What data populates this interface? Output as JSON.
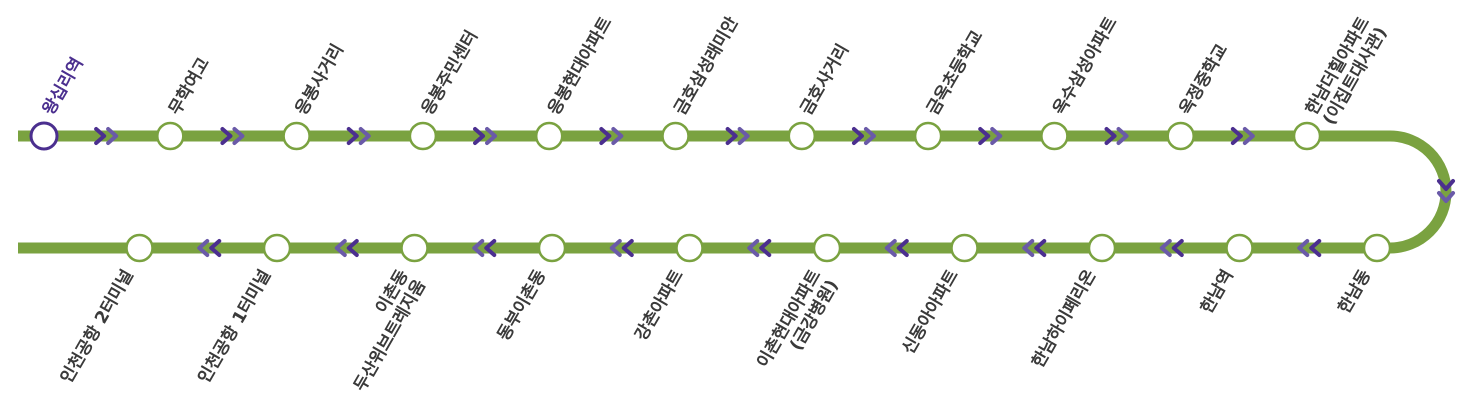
{
  "route": {
    "line_color": "#7aa240",
    "station_fill": "#ffffff",
    "current_color": "#4b2f8f",
    "arrow_color": "#4b2f8f",
    "arrow_light": "#6a5aa8"
  },
  "top_stations": [
    {
      "name": "왕십리역",
      "current": true
    },
    {
      "name": "무학여고"
    },
    {
      "name": "응봉사거리"
    },
    {
      "name": "응봉주민센터"
    },
    {
      "name": "응봉현대아파트"
    },
    {
      "name": "금호삼성래미안"
    },
    {
      "name": "금호사거리"
    },
    {
      "name": "금옥초등학교"
    },
    {
      "name": "옥수삼성아파트"
    },
    {
      "name": "옥정중학교"
    },
    {
      "name": "한남더힐아파트",
      "sub": "(이집트대사관)"
    }
  ],
  "bottom_stations": [
    {
      "name": "한남동"
    },
    {
      "name": "한남역"
    },
    {
      "name": "한남하이페리온"
    },
    {
      "name": "신동아아파트"
    },
    {
      "name": "이촌현대아파트",
      "sub": "(금강병원)"
    },
    {
      "name": "강촌아파트"
    },
    {
      "name": "동부이촌동"
    },
    {
      "name": "이촌동",
      "sub": "두산위브트레지움"
    },
    {
      "name": "인천공항 1터미널"
    },
    {
      "name": "인천공항 2터미널"
    }
  ]
}
